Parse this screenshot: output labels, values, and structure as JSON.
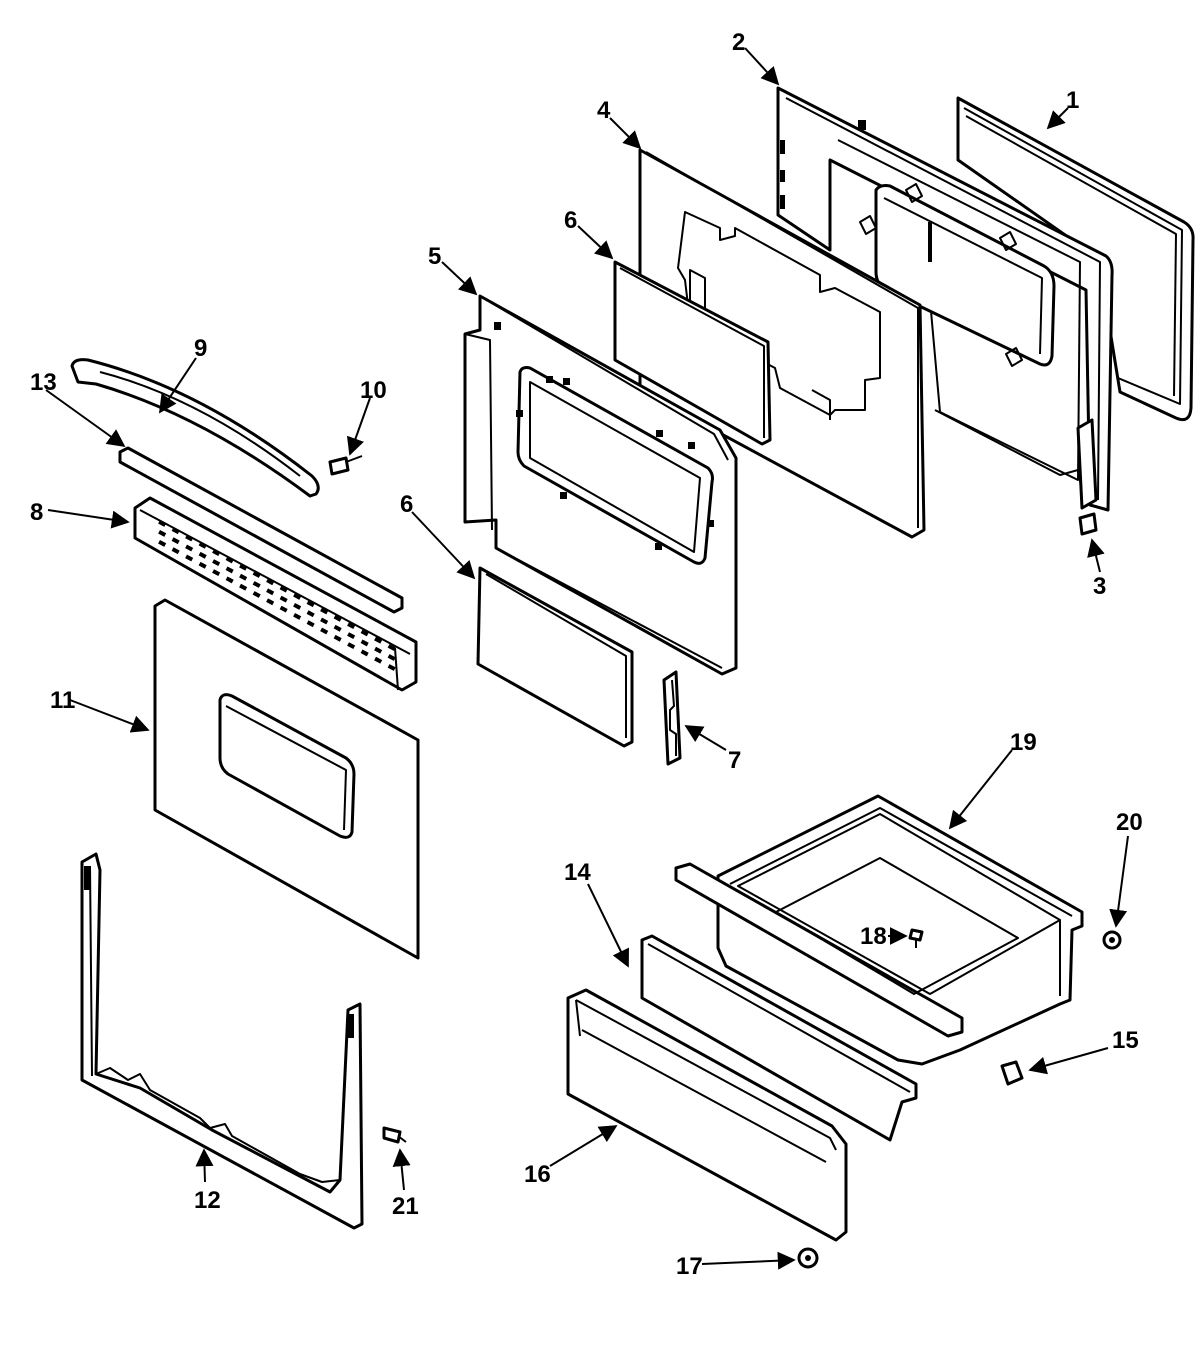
{
  "callouts": {
    "c1": "1",
    "c2": "2",
    "c3": "3",
    "c4": "4",
    "c5": "5",
    "c6a": "6",
    "c6b": "6",
    "c7": "7",
    "c8": "8",
    "c9": "9",
    "c10": "10",
    "c11": "11",
    "c12": "12",
    "c13": "13",
    "c14": "14",
    "c15": "15",
    "c16": "16",
    "c17": "17",
    "c18": "18",
    "c19": "19",
    "c20": "20",
    "c21": "21"
  }
}
